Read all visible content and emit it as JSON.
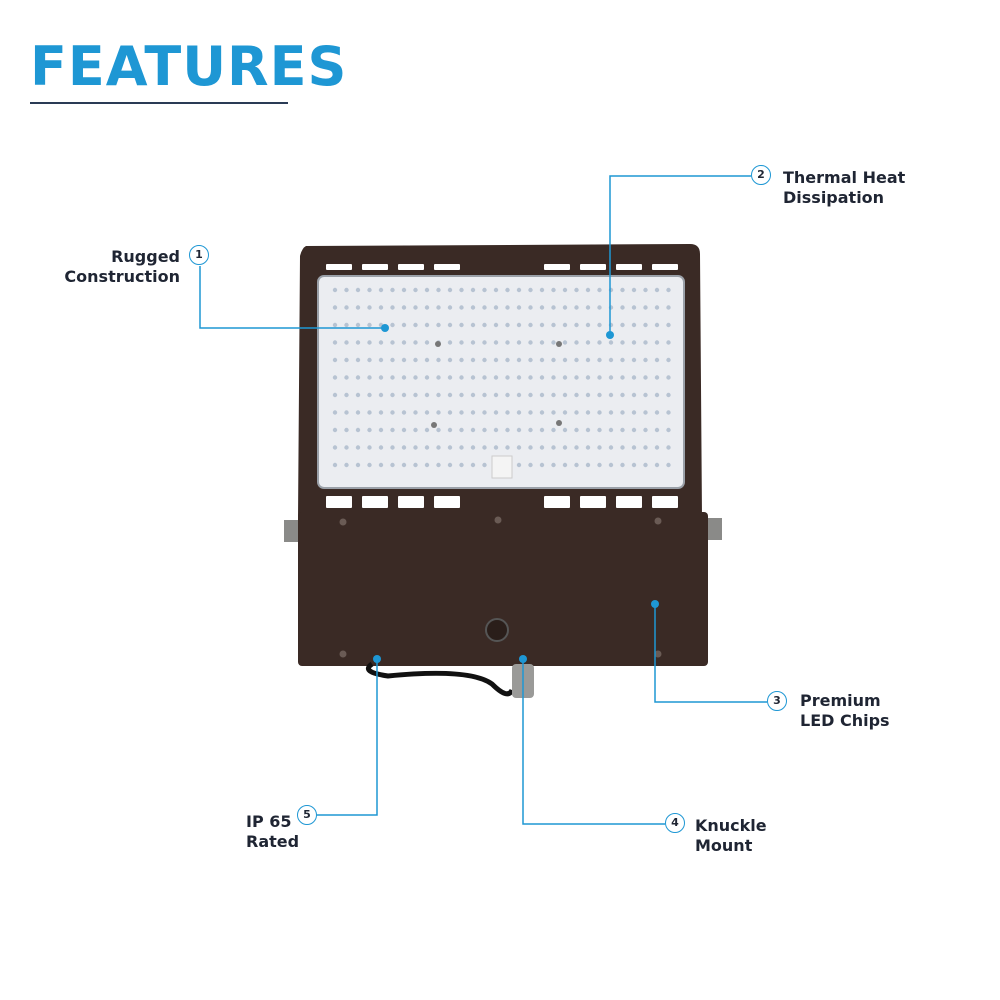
{
  "header": {
    "title": "FEATURES"
  },
  "colors": {
    "accent": "#1e97d4",
    "housing": "#3a2a25",
    "lens": "#ebedf1",
    "led": "#b7c3d2",
    "text": "#1f2533",
    "rule": "#2a3b55"
  },
  "features": [
    {
      "number": "1",
      "lines": [
        "Rugged",
        "Construction"
      ]
    },
    {
      "number": "2",
      "lines": [
        "Thermal Heat",
        "Dissipation"
      ]
    },
    {
      "number": "3",
      "lines": [
        "Premium",
        "LED Chips"
      ]
    },
    {
      "number": "4",
      "lines": [
        "Knuckle",
        "Mount"
      ]
    },
    {
      "number": "5",
      "lines": [
        "IP 65",
        "Rated"
      ]
    }
  ]
}
